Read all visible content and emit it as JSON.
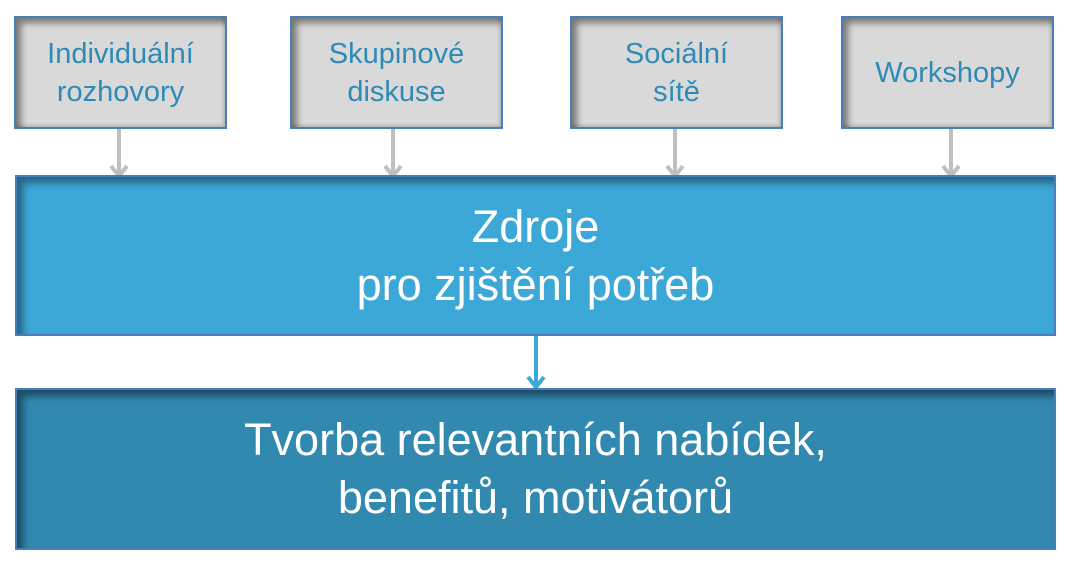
{
  "sources": [
    {
      "line1": "Individuální",
      "line2": "rozhovory"
    },
    {
      "line1": "Skupinové",
      "line2": "diskuse"
    },
    {
      "line1": "Sociální",
      "line2": "sítě"
    },
    {
      "line1": "Workshopy",
      "line2": ""
    }
  ],
  "middle": {
    "line1": "Zdroje",
    "line2": "pro zjištění potřeb"
  },
  "bottom": {
    "line1": "Tvorba relevantních nabídek,",
    "line2": "benefitů, motivátorů"
  },
  "colors": {
    "source_fill": "#d9d9d9",
    "source_text": "#2e8bb5",
    "middle_fill": "#3ca8d8",
    "bottom_fill": "#3289b0",
    "border": "#4a7ebb"
  }
}
